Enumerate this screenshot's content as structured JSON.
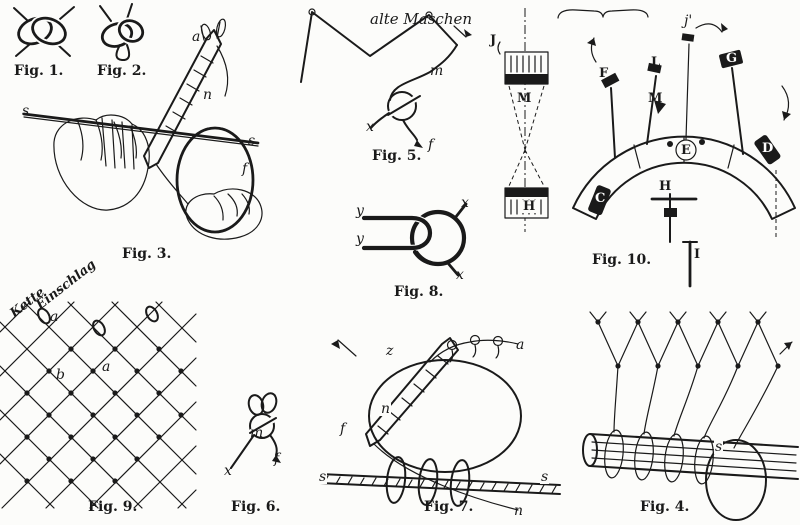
{
  "plate": {
    "background": "#fcfcfa",
    "ink": "#1a1a1a",
    "captions": {
      "fig1": "Fig. 1.",
      "fig2": "Fig. 2.",
      "fig3": "Fig. 3.",
      "fig4": "Fig. 4.",
      "fig5": "Fig. 5.",
      "fig6": "Fig. 6.",
      "fig7": "Fig. 7.",
      "fig8": "Fig. 8.",
      "fig9": "Fig. 9.",
      "fig10": "Fig. 10."
    },
    "labels": {
      "alte_maschen": "alte Maschen",
      "kette": "Kette",
      "einschlag": "Einschlag",
      "fig3": {
        "a": "a",
        "n": "n",
        "s_left": "s",
        "s_right": "s",
        "f": "f"
      },
      "fig5": {
        "m": "m",
        "x": "x",
        "f": "f"
      },
      "fig6": {
        "m": "m",
        "x": "x",
        "f": "f"
      },
      "fig7": {
        "z": "z",
        "a": "a",
        "n_upper": "n",
        "f": "f",
        "s_left": "s",
        "s_right": "s",
        "n_lower": "n"
      },
      "fig4": {
        "s": "s"
      },
      "fig8": {
        "y_top": "y",
        "y_bottom": "y",
        "x_top": "x",
        "x_bottom": "x"
      },
      "fig9": {
        "a_left": "a",
        "b": "b",
        "a_right": "a"
      },
      "fig10": {
        "j_detail": "J",
        "m_detail": "M",
        "h_detail": "H",
        "j_prime": "j'",
        "f": "F",
        "l": "L",
        "m": "M",
        "g": "G",
        "e": "E",
        "d": "D",
        "c": "C",
        "h": "H",
        "i": "I"
      }
    }
  }
}
